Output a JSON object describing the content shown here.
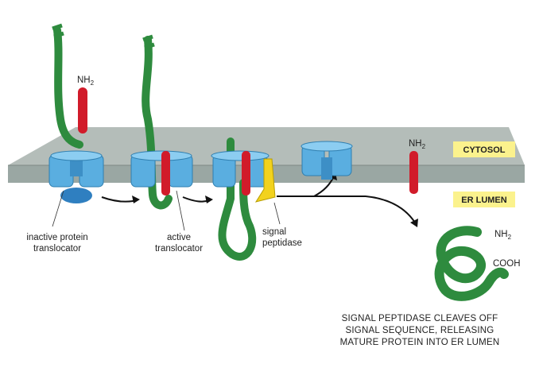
{
  "regions": {
    "cytosol": "CYTOSOL",
    "er_lumen": "ER LUMEN"
  },
  "labels": {
    "inactive_translocator": [
      "inactive protein",
      "translocator"
    ],
    "active_translocator": [
      "active",
      "translocator"
    ],
    "signal_peptidase": [
      "signal",
      "peptidase"
    ],
    "nh2": "NH",
    "nh2_sub": "2",
    "cooh": "COOH"
  },
  "caption": [
    "SIGNAL PEPTIDASE CLEAVES OFF",
    "SIGNAL SEQUENCE, RELEASING",
    "MATURE PROTEIN INTO ER LUMEN"
  ],
  "colors": {
    "protein": "#2e8b3e",
    "signal_sequence": "#d11b2a",
    "translocator": "#5aaee0",
    "membrane": "#9aa7a3",
    "peptidase": "#f2d21e",
    "tag_bg": "#fbf28d"
  }
}
